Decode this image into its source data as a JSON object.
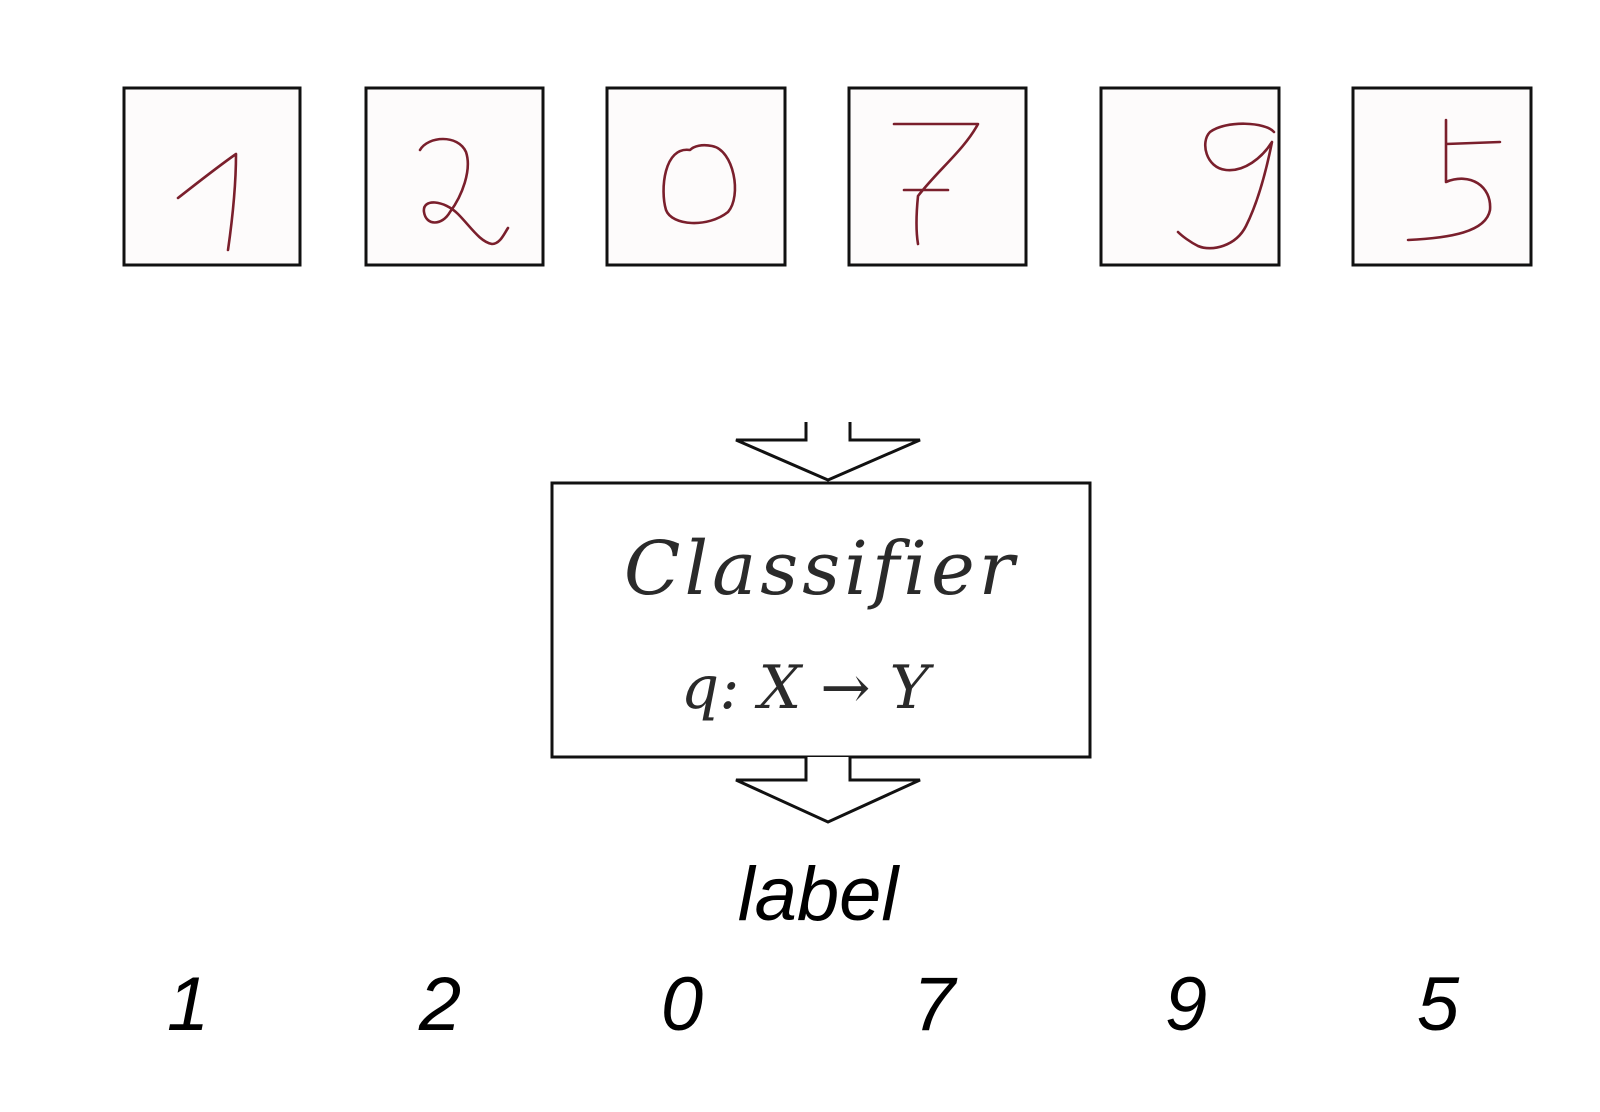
{
  "inputs": [
    {
      "digit": "1",
      "label": "1"
    },
    {
      "digit": "2",
      "label": "2"
    },
    {
      "digit": "0",
      "label": "0"
    },
    {
      "digit": "7",
      "label": "7"
    },
    {
      "digit": "9",
      "label": "9"
    },
    {
      "digit": "5",
      "label": "5"
    }
  ],
  "classifier": {
    "title": "Classifier",
    "mapping": "q: X → Y"
  },
  "output": {
    "caption": "label"
  },
  "colors": {
    "digit_ink": "#7a1f2c",
    "frame": "#111111",
    "classifier_text": "#2a2a2a"
  },
  "icons": [
    "down-block-arrow-icon",
    "down-block-arrow-icon"
  ]
}
